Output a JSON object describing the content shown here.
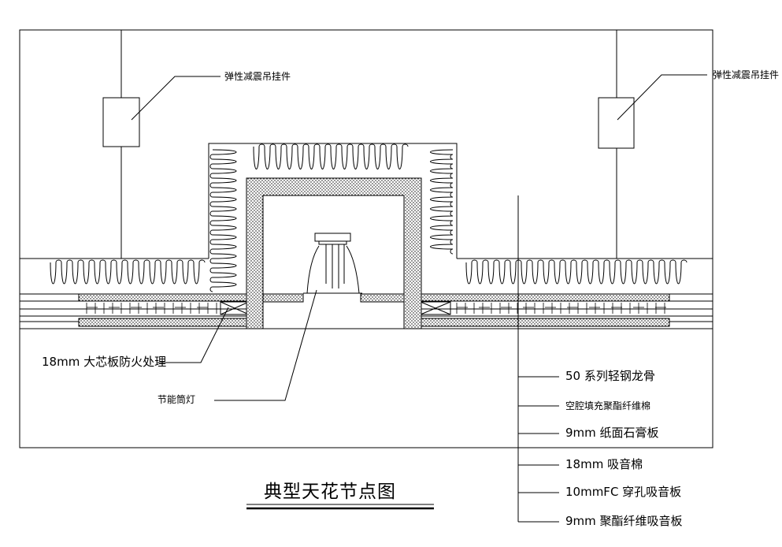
{
  "title": "典型天花节点图",
  "labels": {
    "hanger_left": "弹性减震吊挂件",
    "hanger_right": "弹性减震吊挂件",
    "blockboard": "18mm 大芯板防火处理",
    "downlight": "节能筒灯"
  },
  "layers": [
    "50 系列轻钢龙骨",
    "空腔填充聚酯纤维棉",
    "9mm 纸面石膏板",
    "18mm 吸音棉",
    "10mmFC 穿孔吸音板",
    "9mm 聚酯纤维吸音板"
  ]
}
